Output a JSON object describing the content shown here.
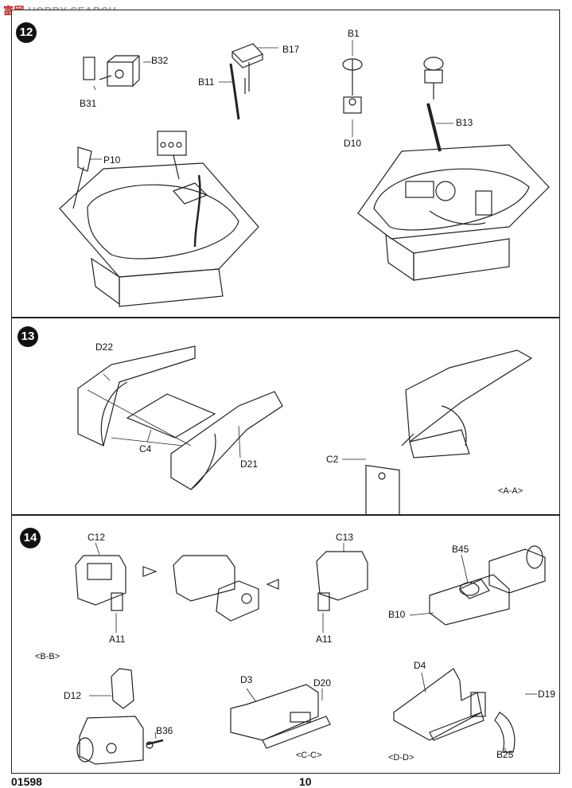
{
  "watermark": {
    "prefix": "富网",
    "brand": "HOBBY SEARCH"
  },
  "steps": [
    {
      "number": "12",
      "labels": [
        "B32",
        "B31",
        "B11",
        "B17",
        "B1",
        "D10",
        "B13",
        "P10"
      ]
    },
    {
      "number": "13",
      "labels": [
        "D22",
        "C4",
        "D21",
        "C2"
      ],
      "view": "<A-A>"
    },
    {
      "number": "14",
      "labels": [
        "C12",
        "A11",
        "C13",
        "A11",
        "B45",
        "B10",
        "D12",
        "B36",
        "D3",
        "D20",
        "D4",
        "D19",
        "B25"
      ],
      "views": [
        "<B-B>",
        "<C-C>",
        "<D-D>"
      ]
    }
  ],
  "footer": {
    "kit_number": "01598",
    "page_number": "10"
  },
  "colors": {
    "line": "#222222",
    "background": "#ffffff",
    "watermark_red": "#c8282c"
  }
}
